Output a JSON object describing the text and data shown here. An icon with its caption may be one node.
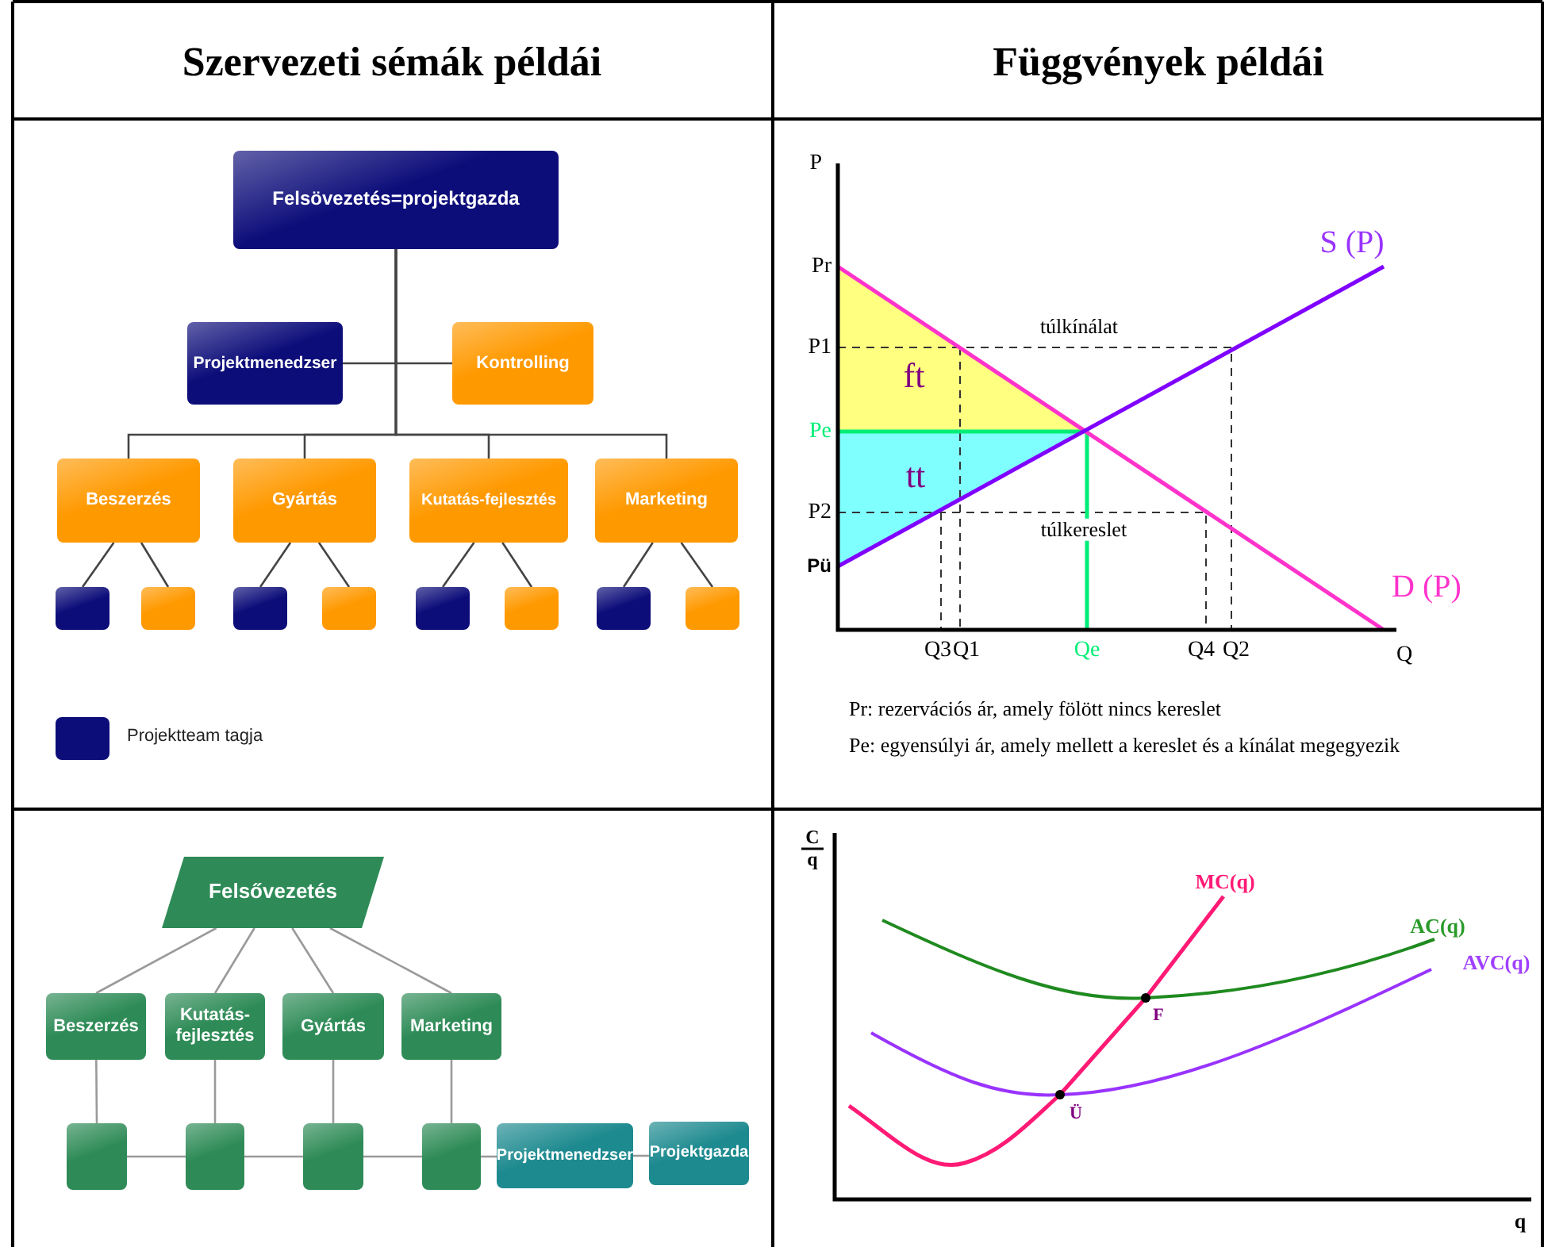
{
  "diagram": {
    "nodes": [
      {
        "text": [
          "Felsövezetés=projektgazda"
        ]
      },
      {
        "text": [
          "Projektmenedzser"
        ]
      },
      {
        "text": [
          "Kontrolling"
        ]
      },
      {
        "text": [
          "Beszerzés"
        ]
      },
      {
        "text": [
          "Gyártás"
        ]
      },
      {
        "text": [
          "Kutatás-fejlesztés"
        ]
      },
      {
        "text": [
          "Marketing"
        ]
      },
      {
        "text": [],
        "shape": "box"
      },
      {
        "text": [],
        "shape": "box"
      },
      {
        "text": [],
        "shape": "box"
      },
      {
        "text": [],
        "shape": "box"
      },
      {
        "text": [],
        "shape": "box"
      },
      {
        "text": [],
        "shape": "box"
      },
      {
        "text": [],
        "shape": "box"
      },
      {
        "text": [],
        "shape": "box"
      },
      {
        "text": [
          "Felsővezetés"
        ]
      },
      {
        "text": [
          "Beszerzés"
        ]
      },
      {
        "text": [
          "Kutatás- fejlesztés"
        ]
      },
      {
        "text": [
          "Gyártás"
        ]
      },
      {
        "text": [
          "Marketing"
        ]
      },
      {
        "text": [],
        "shape": "box"
      },
      {
        "text": [],
        "shape": "box"
      },
      {
        "text": [],
        "shape": "box"
      },
      {
        "text": [],
        "shape": "box"
      },
      {
        "text": [
          "Projektmenedzser"
        ]
      },
      {
        "text": [
          "Projektgazda"
        ]
      }
    ],
    "edges": [
      {
        "from": 0,
        "to": 1,
        "arrow": "none"
      },
      {
        "from": 0,
        "to": 2,
        "arrow": "none"
      },
      {
        "from": 0,
        "to": 3,
        "arrow": "none"
      },
      {
        "from": 0,
        "to": 4,
        "arrow": "none"
      },
      {
        "from": 0,
        "to": 5,
        "arrow": "none"
      },
      {
        "from": 0,
        "to": 6,
        "arrow": "none"
      },
      {
        "from": 3,
        "to": 7,
        "arrow": "none"
      },
      {
        "from": 3,
        "to": 8,
        "arrow": "none"
      },
      {
        "from": 4,
        "to": 9,
        "arrow": "none"
      },
      {
        "from": 4,
        "to": 10,
        "arrow": "none"
      },
      {
        "from": 5,
        "to": 11,
        "arrow": "none"
      },
      {
        "from": 5,
        "to": 12,
        "arrow": "none"
      },
      {
        "from": 6,
        "to": 13,
        "arrow": "none"
      },
      {
        "from": 6,
        "to": 14,
        "arrow": "none"
      },
      {
        "from": 15,
        "to": 16,
        "arrow": "none"
      },
      {
        "from": 15,
        "to": 17,
        "arrow": "none"
      },
      {
        "from": 15,
        "to": 18,
        "arrow": "none"
      },
      {
        "from": 15,
        "to": 19,
        "arrow": "none"
      },
      {
        "from": 16,
        "to": 20,
        "arrow": "none"
      },
      {
        "from": 17,
        "to": 21,
        "arrow": "none"
      },
      {
        "from": 18,
        "to": 22,
        "arrow": "none"
      },
      {
        "from": 19,
        "to": 23,
        "arrow": "none"
      },
      {
        "from": 20,
        "to": 21,
        "arrow": "none"
      },
      {
        "from": 21,
        "to": 22,
        "arrow": "none"
      },
      {
        "from": 22,
        "to": 23,
        "arrow": "none"
      },
      {
        "from": 23,
        "to": 24,
        "arrow": "none"
      },
      {
        "from": 24,
        "to": 25,
        "arrow": "none"
      }
    ],
    "labels": [
      "Szervezeti sémák példái",
      "Függvények példái",
      "P",
      "S (P)",
      "Pr",
      "túlkínálat",
      "P1",
      "ft",
      "Pe",
      "tt",
      "P2",
      "túlkereslet",
      "Pü",
      "D (P)",
      "Q3",
      "Q1",
      "Qe",
      "Q4",
      "Q2",
      "Q",
      "Pr: rezervációs ár, amely fölött nincs kereslet",
      "Pe: egyensúlyi ár, amely mellett a kereslet és a kínálat megegyezik",
      "C",
      "q",
      "MC(q)",
      "AC(q)",
      "AVC(q)",
      "F",
      "Ü",
      "q"
    ],
    "legend": [
      {
        "text": "Projektteam tagja",
        "color": "#0d0d7a"
      }
    ]
  }
}
